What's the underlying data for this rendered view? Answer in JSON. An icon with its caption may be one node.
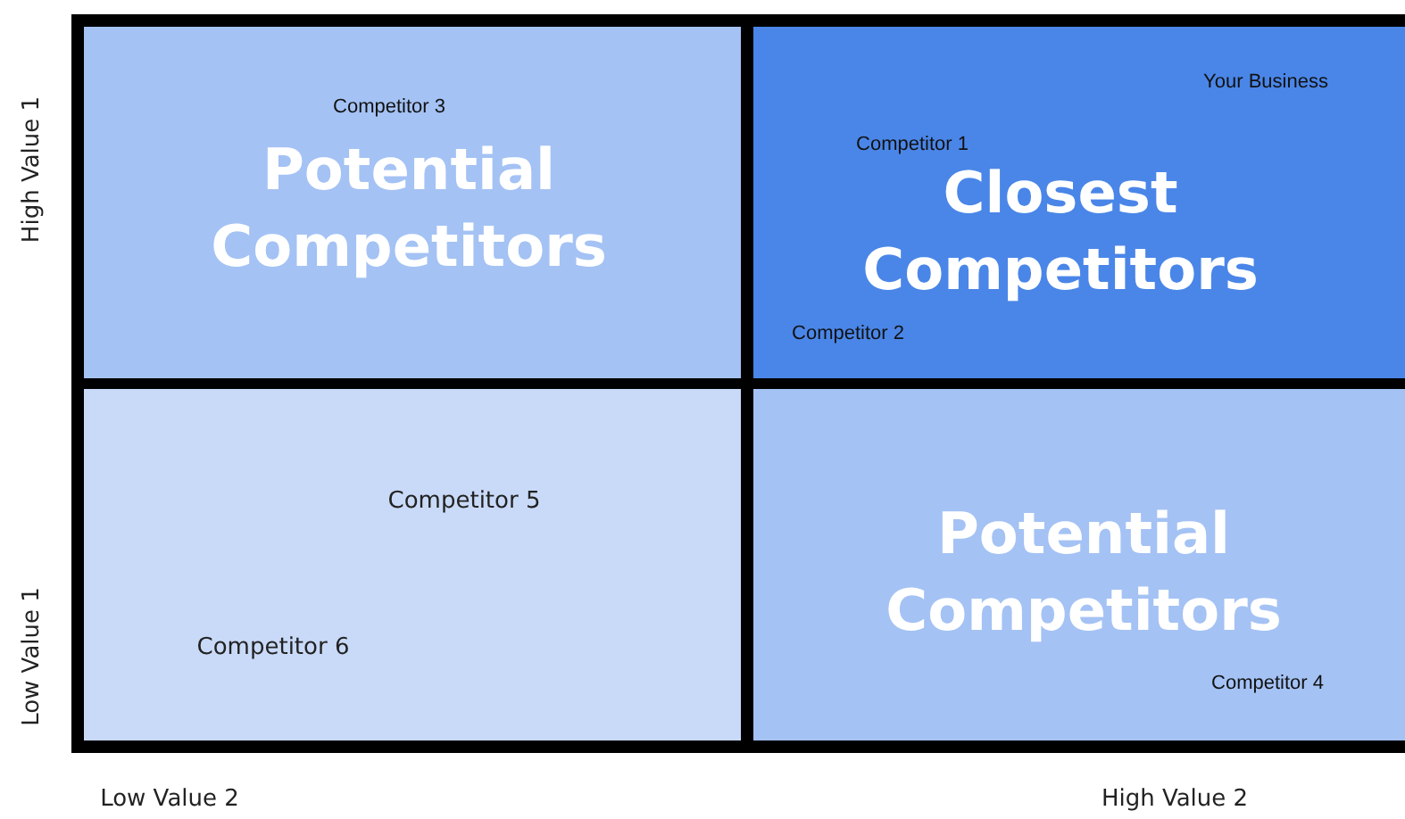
{
  "diagram": {
    "nodes": [
      {
        "text": [
          "Competitor 3",
          "Potential Competitors"
        ]
      },
      {
        "text": [
          "Your Business",
          "Competitor 1",
          "Closest Competitors",
          "Competitor 2"
        ]
      },
      {
        "text": [
          "Competitor 5",
          "Competitor 6"
        ]
      },
      {
        "text": [
          "Potential Competitors",
          "Competitor 4"
        ]
      }
    ],
    "labels": [
      "High Value 1",
      "Low Value 1",
      "Low Value 2",
      "High Value 2"
    ]
  }
}
